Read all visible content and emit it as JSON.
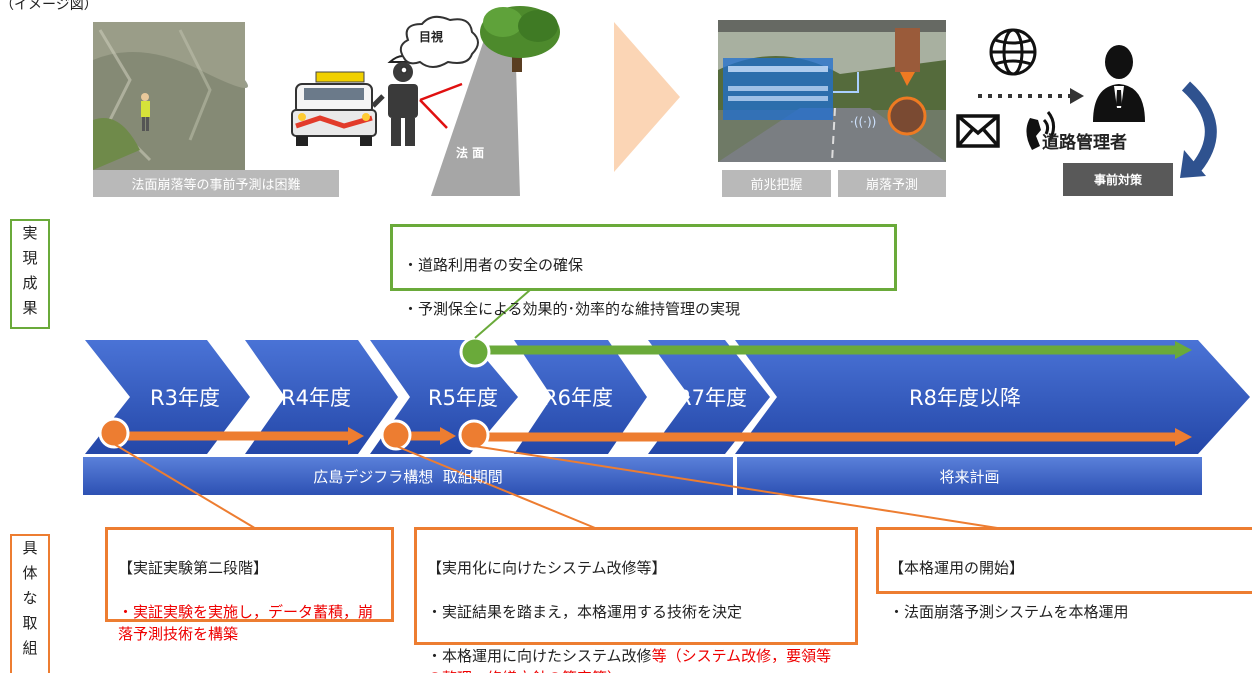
{
  "top_caption": "（イメージ図）",
  "left_panel": {
    "caption": "法面崩落等の事前予測は困難",
    "visual_check_bubble": "目視",
    "slope_label": "法 面"
  },
  "right_panel": {
    "tags": [
      "前兆把握",
      "崩落予測"
    ],
    "manager_label": "道路管理者",
    "action_label": "事前対策"
  },
  "results": {
    "label_chars": [
      "実",
      "現",
      "成",
      "果"
    ],
    "box_lines": [
      "・道路利用者の安全の確保",
      "・予測保全による効果的･効率的な維持管理の実現"
    ]
  },
  "timeline": {
    "years": [
      "R3年度",
      "R4年度",
      "R5年度",
      "R6年度",
      "R7年度",
      "R8年度以降"
    ],
    "periods": [
      "広島デジフラ構想  取組期間",
      "将来計画"
    ]
  },
  "initiatives": {
    "label_chars": [
      "具",
      "体",
      "な",
      "取",
      "組"
    ],
    "box1": {
      "title": "【実証実験第二段階】",
      "red_text": "・実証実験を実施し，データ蓄積，崩落予測技術を構築"
    },
    "box2": {
      "title": "【実用化に向けたシステム改修等】",
      "line1": "・実証結果を踏まえ，本格運用する技術を決定",
      "line2_black": "・本格運用に向けたシステム改修",
      "line2_red": "等（システム改修，要領等の整理，修繕方針の策定等）"
    },
    "box3": {
      "title": "【本格運用の開始】",
      "line1": "・法面崩落予測システムを本格運用"
    }
  },
  "colors": {
    "chevron_blue": "#2f58c4",
    "green": "#6aaa3a",
    "orange": "#ed7d31",
    "arrow_peach": "#fbd5b5",
    "curved_arrow": "#2f528f"
  }
}
